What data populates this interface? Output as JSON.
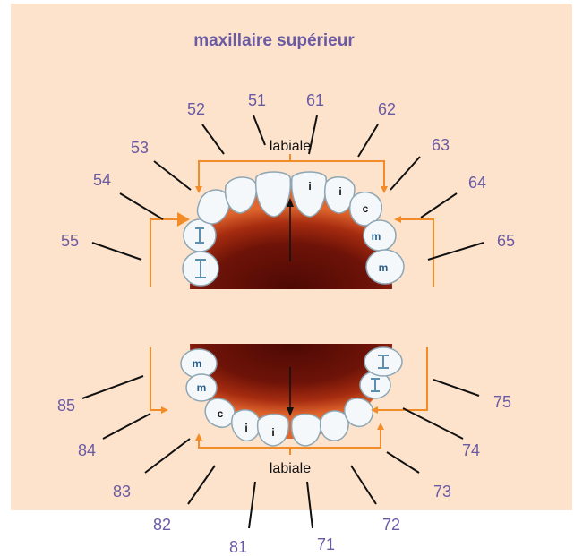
{
  "title": "maxillaire supérieur",
  "labial_label": "labiale",
  "upper_numbers": [
    "55",
    "54",
    "53",
    "52",
    "51",
    "61",
    "62",
    "63",
    "64",
    "65"
  ],
  "lower_numbers": [
    "85",
    "84",
    "83",
    "82",
    "81",
    "71",
    "72",
    "73",
    "74",
    "75"
  ],
  "tooth_letters": {
    "incisor": "i",
    "canine": "c",
    "molar": "m"
  },
  "colors": {
    "background": "#fde3cc",
    "label_text": "#6a5aa3",
    "bracket": "#f28c28",
    "leader": "#111111",
    "tooth": "#f4f8fb",
    "tooth_stroke": "#8ea6b4",
    "palate_dark": "#5a0c06",
    "gum": "#c84a1c"
  }
}
